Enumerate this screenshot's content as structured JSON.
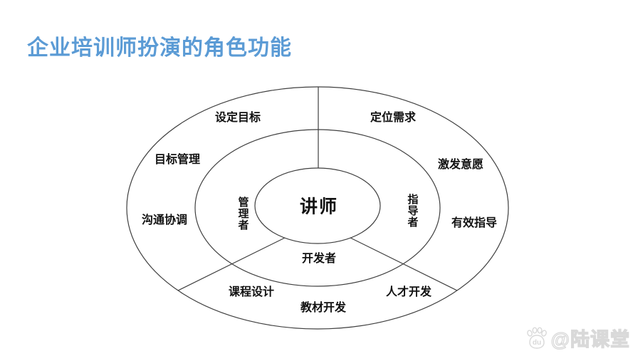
{
  "slide": {
    "title": "企业培训师扮演的角色功能"
  },
  "diagram": {
    "center_label": "讲师",
    "rings": {
      "manager": "管理者",
      "mentor": "指导者",
      "developer": "开发者"
    },
    "outer": {
      "set_goals": "设定目标",
      "position_needs": "定位需求",
      "goal_management": "目标管理",
      "inspire_willingness": "激发意愿",
      "communication": "沟通协调",
      "effective_guidance": "有效指导",
      "course_design": "课程设计",
      "talent_development": "人才开发",
      "material_development": "教材开发"
    }
  },
  "watermark": {
    "text": "@陆课堂",
    "paw_label": "du"
  },
  "colors": {
    "title_blue": "#5B9BD5",
    "line_gray": "#3f3f3f",
    "watermark_gray": "#d9d9d9",
    "text_black": "#111111"
  }
}
